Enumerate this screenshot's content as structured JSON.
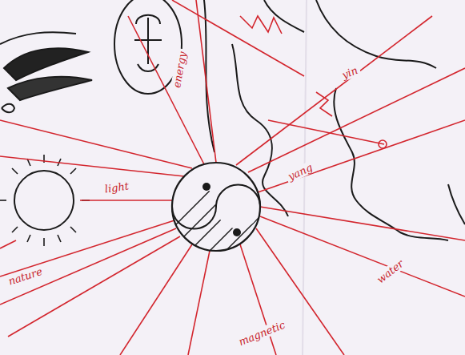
{
  "diagram": {
    "labels": [
      "light",
      "nature",
      "water",
      "yang",
      "yin",
      "energy",
      "magnetic"
    ]
  }
}
